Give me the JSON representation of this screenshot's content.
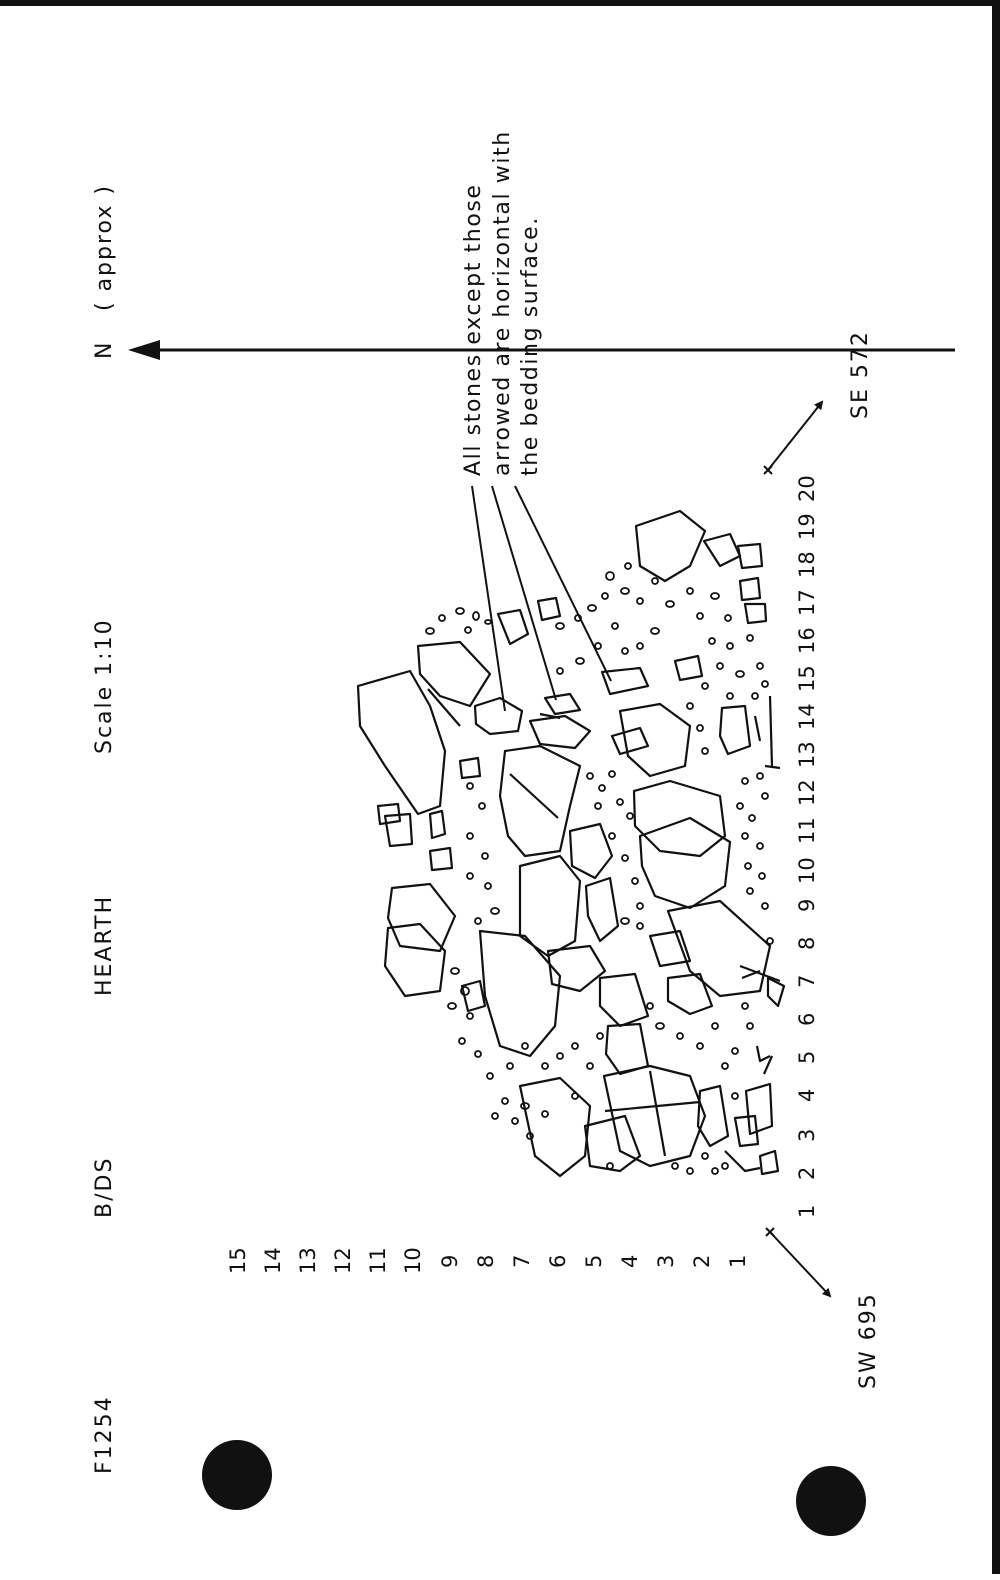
{
  "header": {
    "feature_id": "F1254",
    "context": "B/DS",
    "title": "HEARTH",
    "scale": "Scale  1:10",
    "north": "N",
    "north_qualifier": "( approx )"
  },
  "corners": {
    "southwest": "SW 695",
    "southeast": "SE 572"
  },
  "note": {
    "lines": [
      "All stones except those",
      "arrowed are horizontal with",
      "the bedding surface."
    ]
  },
  "grid": {
    "left_axis": [
      "15",
      "14",
      "13",
      "12",
      "11",
      "10",
      "9",
      "8",
      "7",
      "6",
      "5",
      "4",
      "3",
      "2",
      "1"
    ],
    "bottom_axis": [
      "1",
      "2",
      "3",
      "4",
      "5",
      "6",
      "7",
      "8",
      "9",
      "10",
      "11",
      "12",
      "13",
      "14",
      "15",
      "16",
      "17",
      "18",
      "19",
      "20"
    ]
  },
  "colors": {
    "ink": "#111111",
    "paper": "#ffffff"
  }
}
